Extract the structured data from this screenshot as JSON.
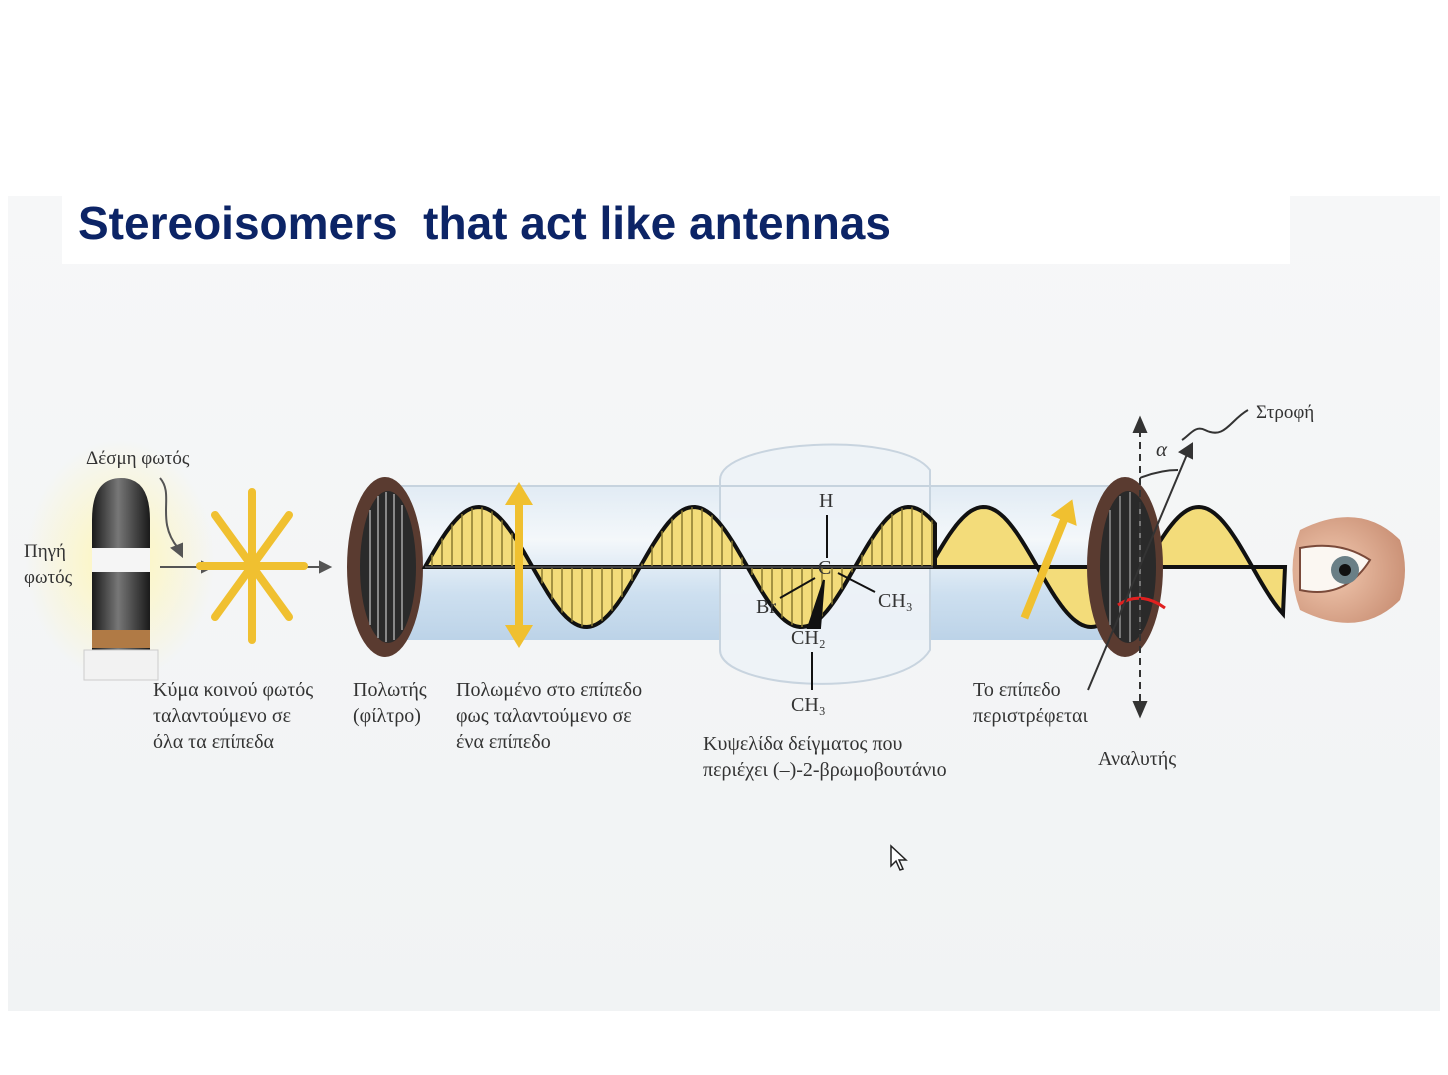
{
  "title": "Stereoisomers  that act like antennas",
  "labels": {
    "source": [
      "Πηγή",
      "φωτός"
    ],
    "beam": "Δέσμη φωτός",
    "ordinary_wave": [
      "Κύμα κοινού φωτός",
      "ταλαντούμενο σε",
      "όλα τα επίπεδα"
    ],
    "polarizer": [
      "Πολωτής",
      "(φίλτρο)"
    ],
    "polarized": [
      "Πολωμένο στο επίπεδο",
      "φως ταλαντούμενο σε",
      "ένα επίπεδο"
    ],
    "sample_cell": [
      "Κυψελίδα δείγματος που",
      "περιέχει (–)-2-βρωμοβουτάνιο"
    ],
    "plane_rotates": [
      "Το επίπεδο",
      "περιστρέφεται"
    ],
    "analyzer": "Αναλυτής",
    "rotation": "Στροφή",
    "alpha": "α"
  },
  "molecule": {
    "H": "H",
    "C": "C",
    "CH3_right": "CH₃",
    "Br": "Br",
    "CH2": "CH₂",
    "CH3_bottom": "CH₃"
  },
  "colors": {
    "title": "#0c2466",
    "wave_fill": "#f3dc7a",
    "tube": "#c9ddef",
    "filter_ring": "#5a3b30",
    "rotation_arc": "#e02020"
  },
  "icons": [
    "lamp-icon",
    "eye-icon",
    "cursor-icon",
    "polarizer-icon",
    "analyzer-icon"
  ]
}
